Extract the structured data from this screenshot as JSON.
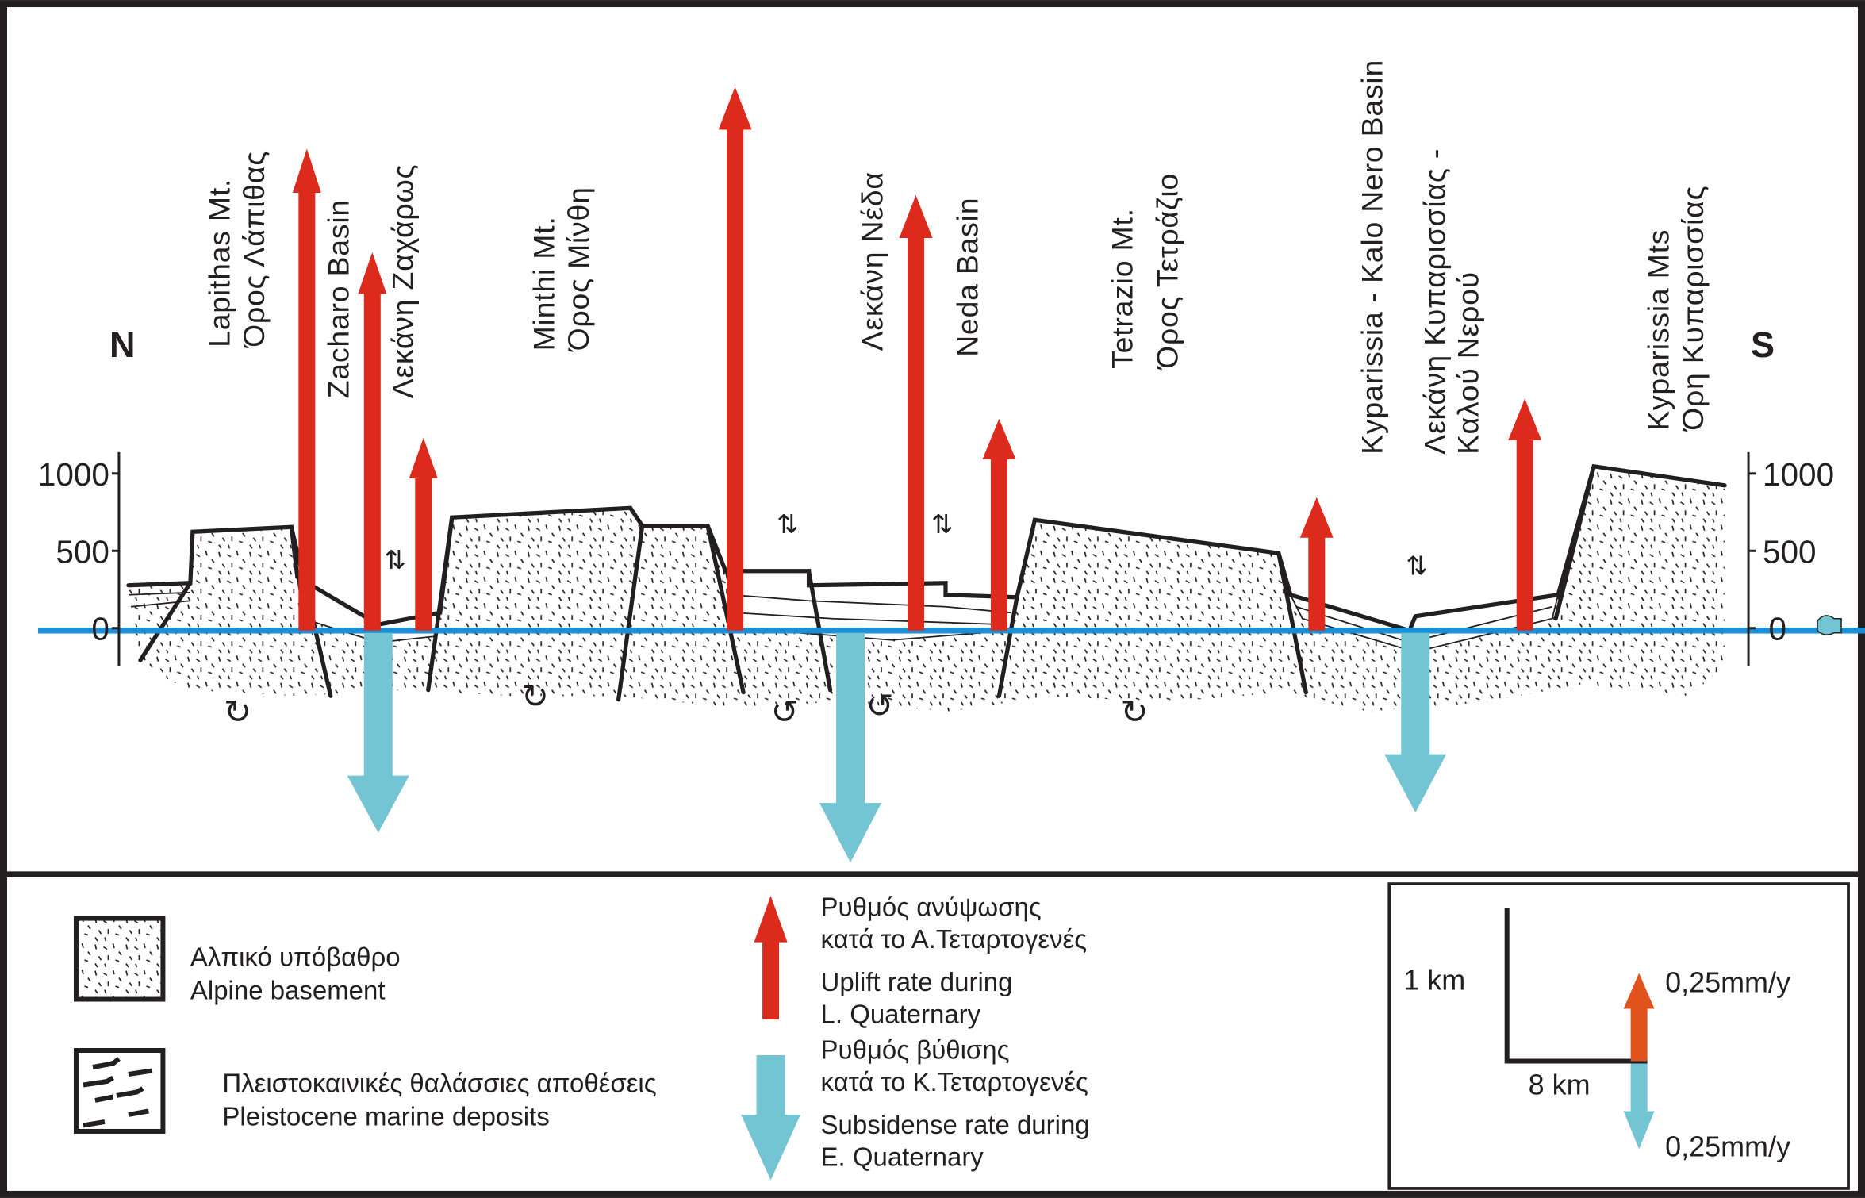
{
  "colors": {
    "uplift": "#dc2a1c",
    "subsidence": "#74c5d3",
    "sea_level": "#1a8fd8",
    "scale_uplift": "#e0531c",
    "ink": "#231f20"
  },
  "section": {
    "north": "N",
    "south": "S",
    "axis_ticks_left": [
      "1000",
      "500",
      "0"
    ],
    "axis_ticks_right": [
      "1000",
      "500",
      "0"
    ],
    "labels": {
      "lapithas_en": "Lapithas Mt.",
      "lapithas_gr": "Όρος Λάπιθας",
      "zacharo_en": "Zacharo Basin",
      "zacharo_gr": "Λεκάνη Ζαχάρως",
      "minthi_en": "Minthi Mt.",
      "minthi_gr": "Όρος Μίνθη",
      "neda_gr": "Λεκάνη Νέδα",
      "neda_en": "Neda Basin",
      "tetrazio_en": "Tetrazio Mt.",
      "tetrazio_gr": "Όρος Τετράζιο",
      "kyparissia_basin_en": "Kyparissia - Kalo Nero Basin",
      "kyparissia_basin_gr1": "Λεκάνη Κυπαρισσίας -",
      "kyparissia_basin_gr2": "Καλού Νερού",
      "kyparissia_mts_en": "Kyparissia Mts",
      "kyparissia_mts_gr": "Όρη Κυπαρισσίας"
    }
  },
  "legend": {
    "basement_gr": "Αλπικό υπόβαθρο",
    "basement_en": "Alpine basement",
    "deposits_gr": "Πλειστοκαινικές θαλάσσιες αποθέσεις",
    "deposits_en": "Pleistocene marine deposits",
    "uplift_gr1": "Ρυθμός ανύψωσης",
    "uplift_gr2": "κατά το Α.Τεταρτογενές",
    "uplift_en1": "Uplift rate during",
    "uplift_en2": "L. Quaternary",
    "subs_gr1": "Ρυθμός βύθισης",
    "subs_gr2": "κατά το Κ.Τεταρτογενές",
    "subs_en1": "Subsidense rate during",
    "subs_en2": "E. Quaternary"
  },
  "scale": {
    "vertical": "1 km",
    "horizontal": "8 km",
    "uplift_rate": "0,25mm/y",
    "subsidence_rate": "0,25mm/y"
  }
}
